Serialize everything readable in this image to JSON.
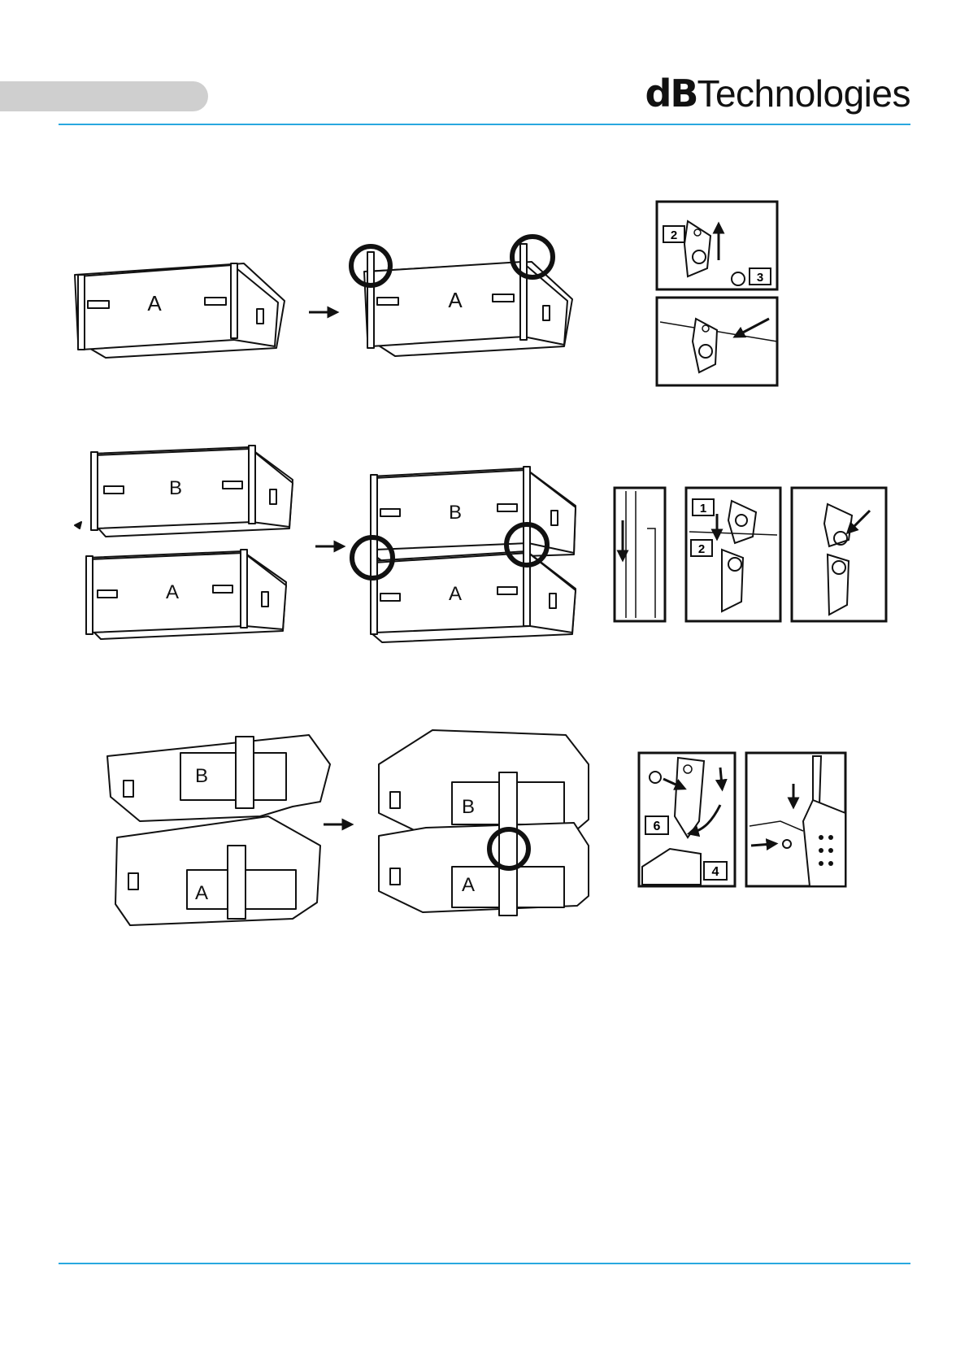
{
  "brand": {
    "part1": "dB",
    "part2": "Technologies"
  },
  "row1": {
    "enclosure_left": "A",
    "enclosure_right": "A",
    "callout_top": {
      "tag_left": "2",
      "tag_right": "3"
    }
  },
  "row2": {
    "loose_top": "B",
    "loose_bottom": "A",
    "stacked_top": "B",
    "stacked_bottom": "A",
    "callout_middle": {
      "tag_top": "1",
      "tag_bottom": "2"
    }
  },
  "row3": {
    "open_top": "B",
    "open_bottom": "A",
    "closed_top": "B",
    "closed_bottom": "A",
    "callout_left": {
      "tag_mid": "6",
      "tag_bottom": "4"
    }
  },
  "colors": {
    "accent_rule": "#29a8df",
    "tab": "#cfcfcf",
    "ink": "#111111"
  }
}
